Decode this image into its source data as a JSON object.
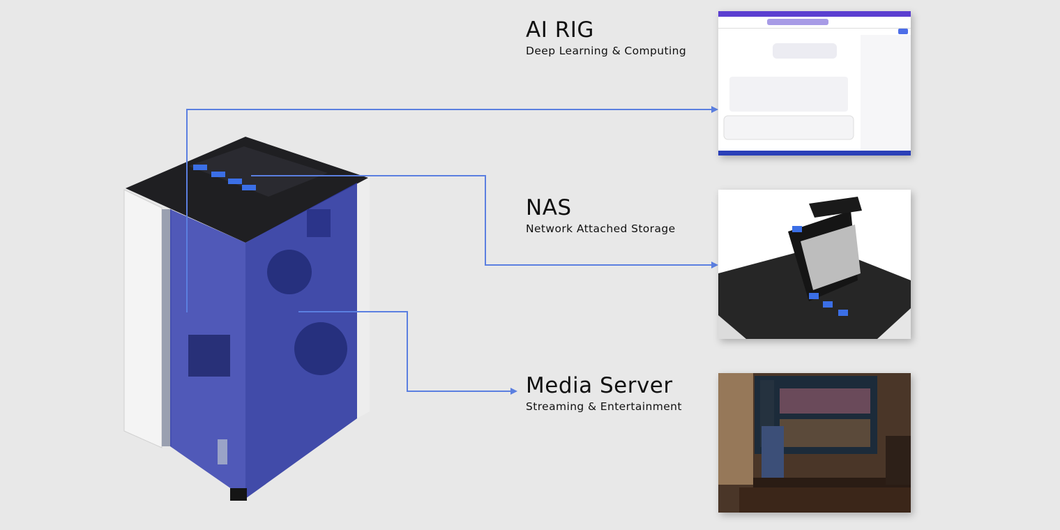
{
  "items": [
    {
      "title": "AI RIG",
      "subtitle": "Deep Learning & Computing"
    },
    {
      "title": "NAS",
      "subtitle": "Network Attached Storage"
    },
    {
      "title": "Media Server",
      "subtitle": "Streaming & Entertainment"
    }
  ],
  "colors": {
    "background": "#e8e8e8",
    "connector": "#5b7fe0",
    "case_glass": "#3a44b0"
  }
}
